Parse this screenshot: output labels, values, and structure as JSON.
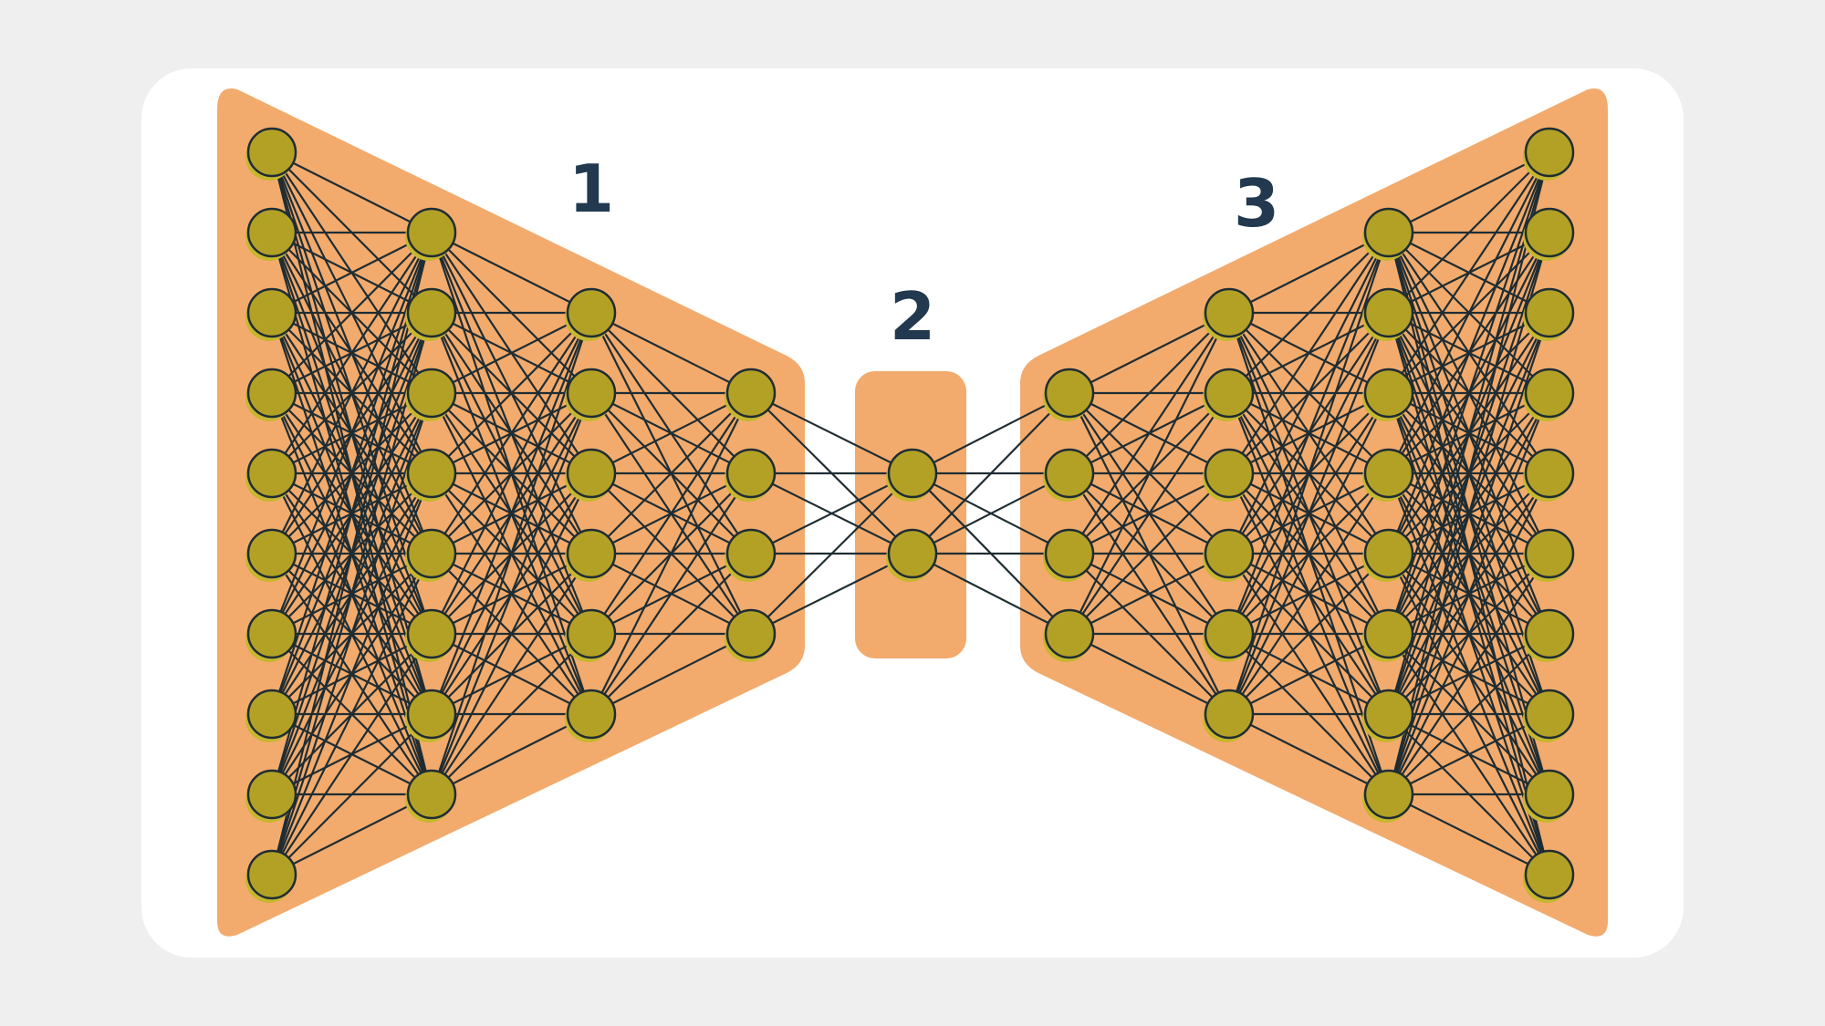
{
  "labels": {
    "encoder": "1",
    "bottleneck": "2",
    "decoder": "3"
  },
  "network": {
    "layer_sizes": [
      10,
      8,
      6,
      4,
      2,
      4,
      6,
      8,
      10
    ],
    "sections": {
      "encoder_layers": [
        0,
        1,
        2,
        3
      ],
      "bottleneck_layers": [
        4
      ],
      "decoder_layers": [
        5,
        6,
        7,
        8
      ]
    }
  },
  "colors": {
    "background": "#efefef",
    "card": "#ffffff",
    "block": "#f2ab6d",
    "node_fill": "#b3a126",
    "node_shadow": "#c7b630",
    "node_stroke": "#1f2d33",
    "edge": "#1f2d33",
    "label": "#22394f"
  }
}
